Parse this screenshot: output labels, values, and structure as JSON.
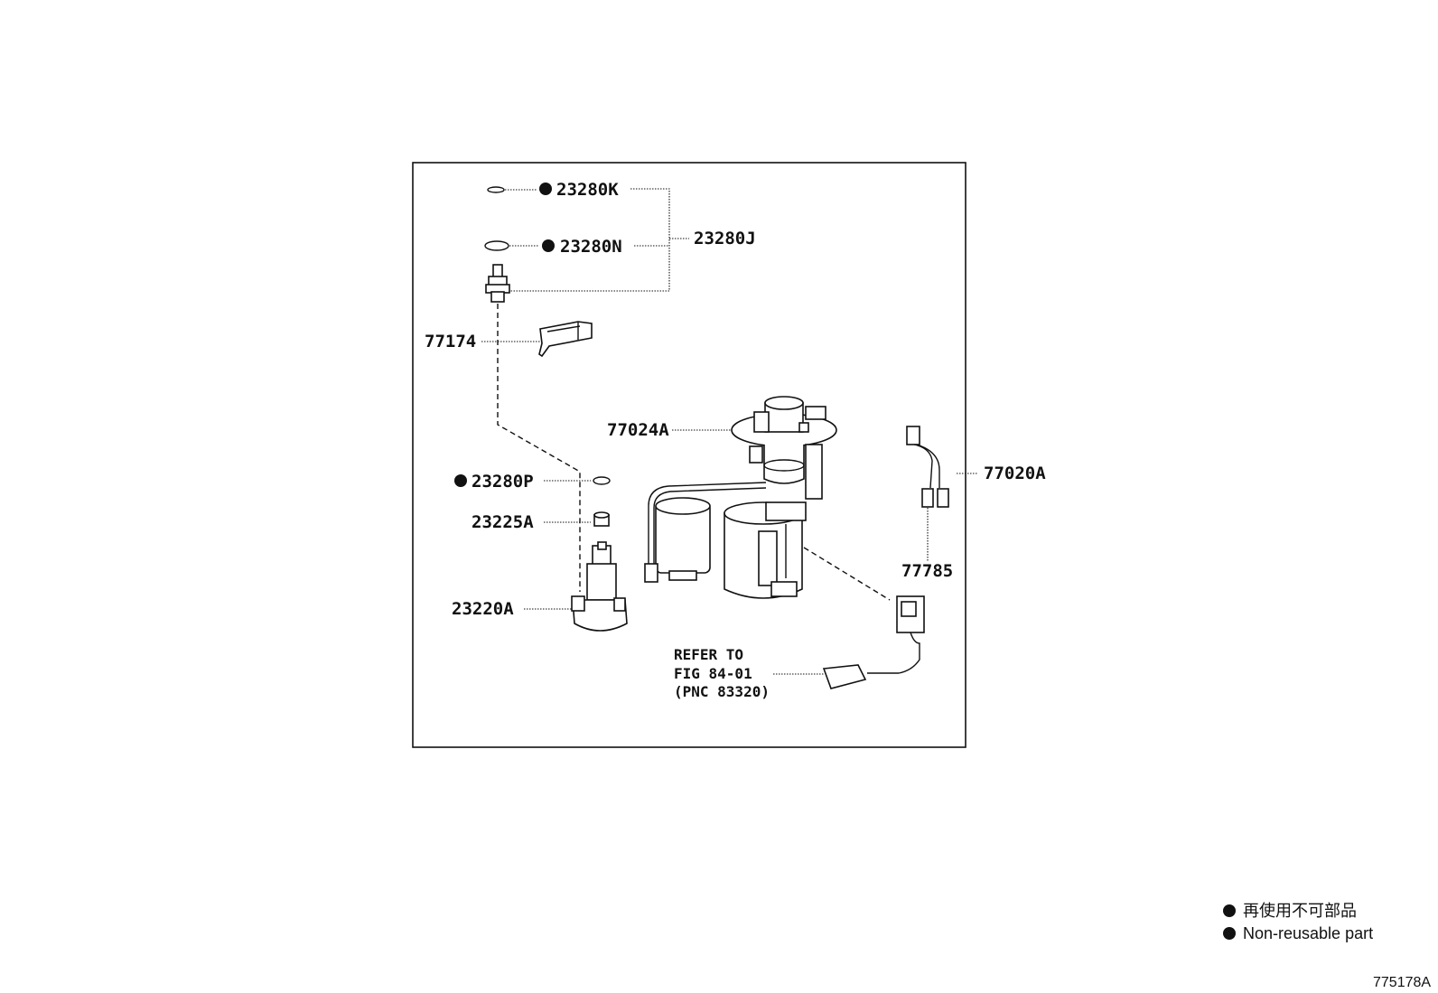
{
  "labels": {
    "p23280K": "23280K",
    "p23280N": "23280N",
    "p23280J": "23280J",
    "p77174": "77174",
    "p77024A": "77024A",
    "p77020A": "77020A",
    "p23280P": "23280P",
    "p23225A": "23225A",
    "p23220A": "23220A",
    "p77785": "77785"
  },
  "refer": {
    "line1": "REFER TO",
    "line2": "FIG 84-01",
    "line3": "(PNC 83320)"
  },
  "legend": {
    "line1": "再使用不可部品",
    "line2": "Non-reusable part"
  },
  "figure_id": "775178A",
  "icons": {
    "non_reusable_marker": "filled-circle-icon"
  }
}
